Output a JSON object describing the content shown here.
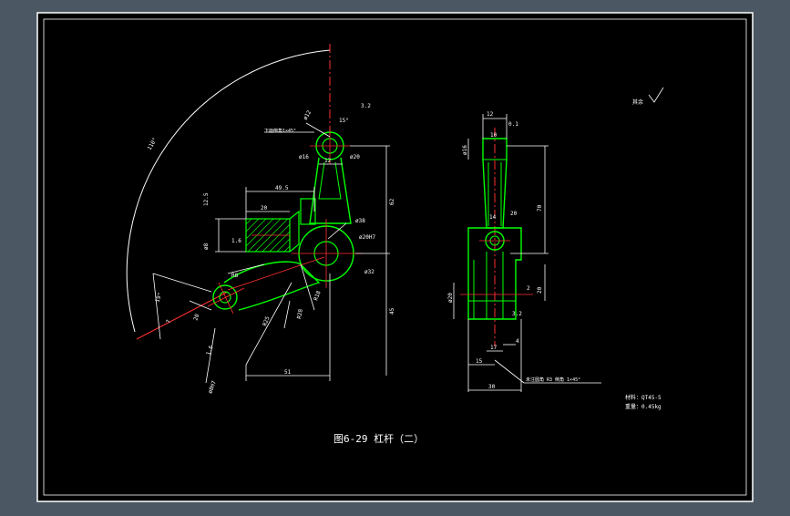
{
  "drawing": {
    "caption": "图6-29  杠杆（二）",
    "colors": {
      "background": "#4c5764",
      "sheet": "#000000",
      "line": "#ffffff",
      "outline": "#00ff00",
      "center": "#ff0000",
      "hatch": "#00ff00"
    },
    "front_view_dims": {
      "angle": "110°",
      "left_hub_top": "ø12",
      "left_hub_label": "下面倒角1×45°",
      "top_boss_right": "ø20",
      "top_width": "12",
      "arm_left": "ø16",
      "ref_49": "49.5",
      "slot_depth": "20",
      "slot_left": "12.5",
      "center_ref": "ø8",
      "upper_vert": "62",
      "mid_ref": "ø38",
      "big_boss": "ø20H7",
      "big_inner": "ø32",
      "arc_r": "R8",
      "lower_r1": "R18",
      "lower_r2": "R28",
      "lower_r3": "R25",
      "bottom_vert": "45",
      "base_width": "51",
      "left_hole": "ø8H7",
      "tilt_angle": "19°",
      "small_1": "7",
      "small_2": "20",
      "small_3": "1.6",
      "surface_r": "3.2",
      "arm_angle": "15°",
      "top_angle": "1.6"
    },
    "side_view_dims": {
      "top_width": "12",
      "top_tol": "0.1",
      "top_left": "ø16",
      "top_center": "10",
      "right_height": "70",
      "mid_width": "14",
      "mid_right": "20",
      "lower_right": "20",
      "lower_left": "ø20",
      "lower_small": "2",
      "base_a": "17",
      "base_b": "4",
      "base_c": "15",
      "base_total": "30",
      "callout": "未注圆角 R3  倒角 1×45°",
      "finish": "3.2"
    },
    "notes": {
      "roughness_mark": "其余",
      "material": "材料：QT45-5",
      "mass": "重量：0.45kg"
    }
  }
}
